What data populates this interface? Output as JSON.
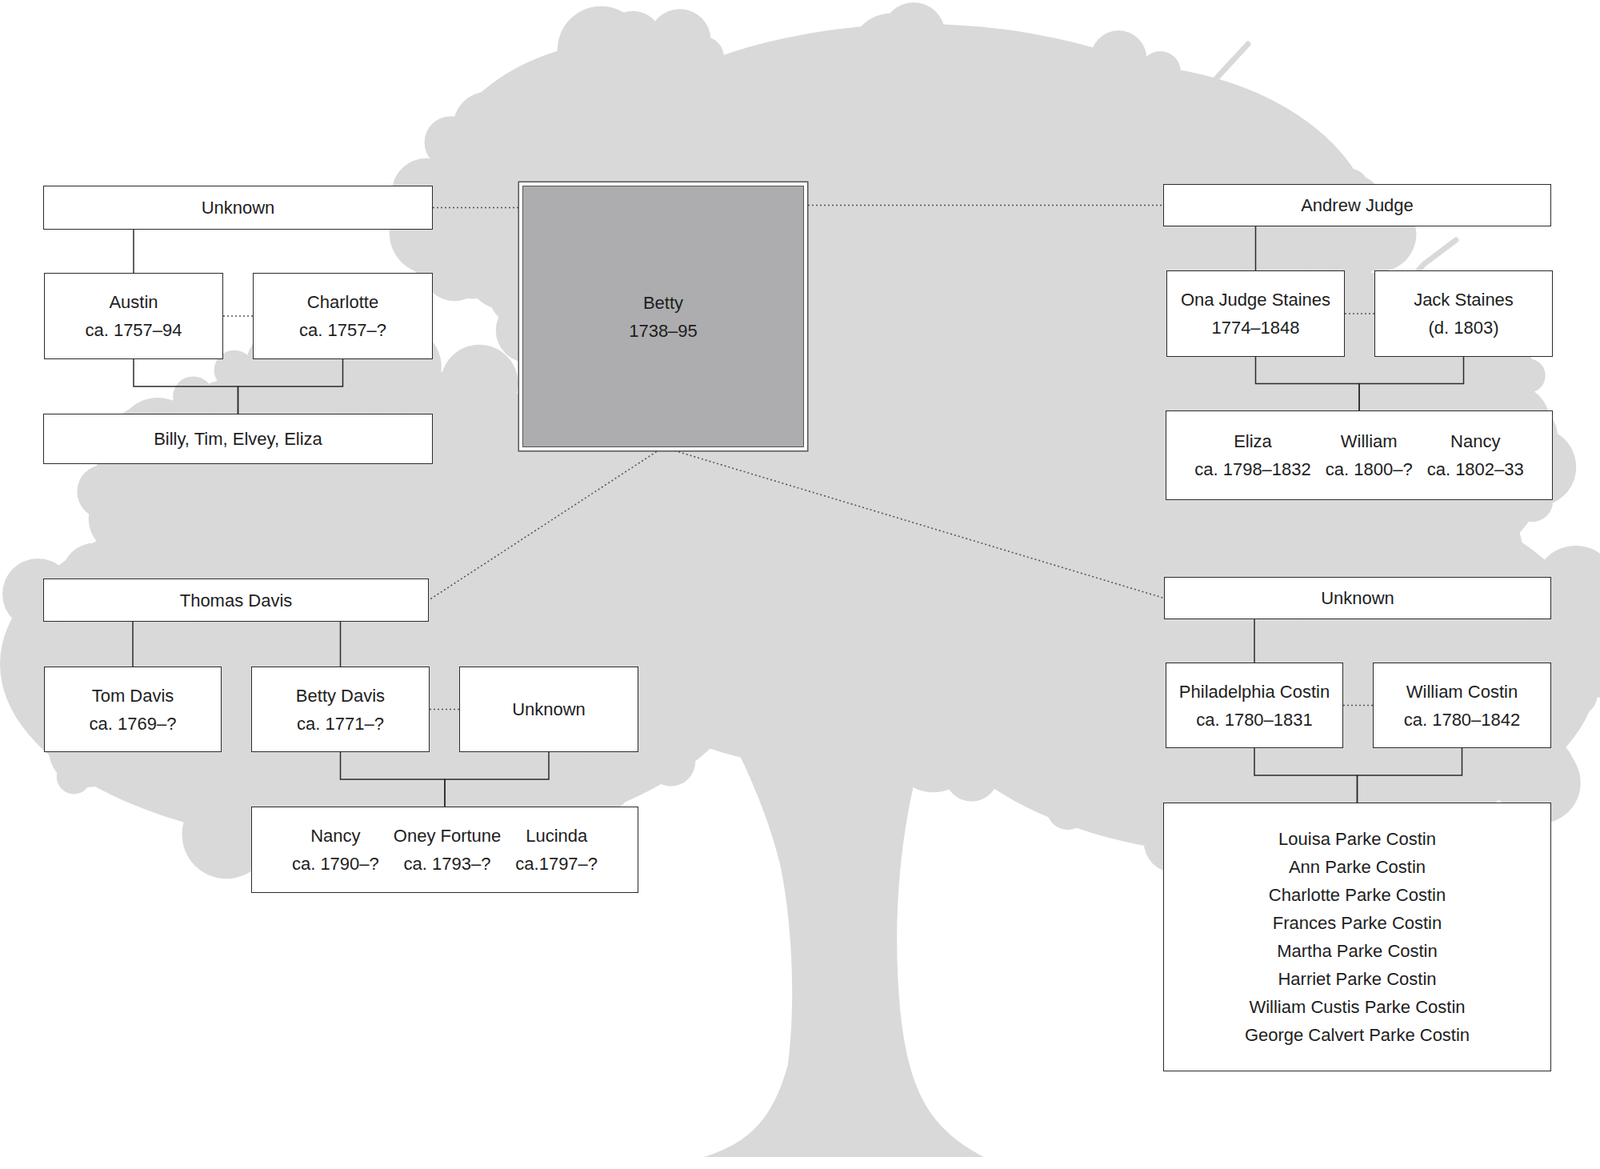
{
  "diagram": {
    "nodes": [
      {
        "text": [
          "Unknown"
        ]
      },
      {
        "text": [
          "Austin",
          "ca. 1757–94"
        ]
      },
      {
        "text": [
          "Charlotte",
          "ca. 1757–?"
        ]
      },
      {
        "text": [
          "Billy, Tim, Elvey, Eliza"
        ]
      },
      {
        "text": [
          "Betty",
          "1738–95"
        ]
      },
      {
        "text": [
          "Andrew Judge"
        ]
      },
      {
        "text": [
          "Ona Judge Staines",
          "1774–1848"
        ]
      },
      {
        "text": [
          "Jack Staines",
          "(d. 1803)"
        ]
      },
      {
        "text": [
          "Eliza",
          "ca. 1798–1832",
          "William",
          "ca. 1800–?",
          "Nancy",
          "ca. 1802–33"
        ]
      },
      {
        "text": [
          "Thomas Davis"
        ]
      },
      {
        "text": [
          "Tom Davis",
          "ca. 1769–?"
        ]
      },
      {
        "text": [
          "Betty Davis",
          "ca. 1771–?"
        ]
      },
      {
        "text": [
          "Unknown"
        ]
      },
      {
        "text": [
          "Nancy",
          "ca. 1790–?",
          "Oney Fortune",
          "ca. 1793–?",
          "Lucinda",
          "ca.1797–?"
        ]
      },
      {
        "text": [
          "Unknown"
        ]
      },
      {
        "text": [
          "Philadelphia Costin",
          "ca. 1780–1831"
        ]
      },
      {
        "text": [
          "William Costin",
          "ca. 1780–1842"
        ]
      },
      {
        "text": [
          "Louisa Parke Costin",
          "Ann Parke Costin",
          "Charlotte Parke Costin",
          "Frances Parke Costin",
          "Martha Parke Costin",
          "Harriet Parke Costin",
          "William Custis Parke Costin",
          "George Calvert Parke Costin"
        ]
      }
    ],
    "edges": [
      {
        "from": 4,
        "to": 0,
        "arrow": "none"
      },
      {
        "from": 4,
        "to": 5,
        "arrow": "none"
      },
      {
        "from": 4,
        "to": 9,
        "arrow": "none"
      },
      {
        "from": 4,
        "to": 14,
        "arrow": "none"
      },
      {
        "from": 0,
        "to": 1,
        "arrow": "none"
      },
      {
        "from": 1,
        "to": 2,
        "arrow": "none"
      },
      {
        "from": 1,
        "to": 3,
        "arrow": "none"
      },
      {
        "from": 2,
        "to": 3,
        "arrow": "none"
      },
      {
        "from": 5,
        "to": 6,
        "arrow": "none"
      },
      {
        "from": 6,
        "to": 7,
        "arrow": "none"
      },
      {
        "from": 6,
        "to": 8,
        "arrow": "none"
      },
      {
        "from": 7,
        "to": 8,
        "arrow": "none"
      },
      {
        "from": 9,
        "to": 10,
        "arrow": "none"
      },
      {
        "from": 9,
        "to": 11,
        "arrow": "none"
      },
      {
        "from": 11,
        "to": 12,
        "arrow": "none"
      },
      {
        "from": 11,
        "to": 13,
        "arrow": "none"
      },
      {
        "from": 12,
        "to": 13,
        "arrow": "none"
      },
      {
        "from": 14,
        "to": 15,
        "arrow": "none"
      },
      {
        "from": 15,
        "to": 16,
        "arrow": "none"
      },
      {
        "from": 15,
        "to": 17,
        "arrow": "none"
      },
      {
        "from": 16,
        "to": 17,
        "arrow": "none"
      }
    ]
  }
}
